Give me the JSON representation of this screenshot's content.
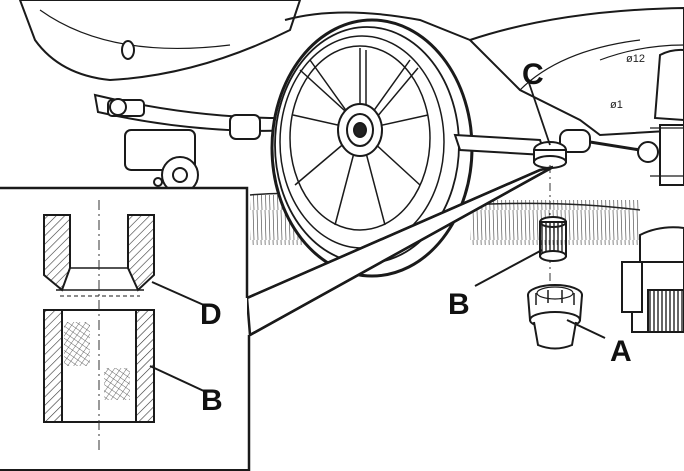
{
  "labels": {
    "c": "C",
    "b_main": "B",
    "a": "A",
    "d": "D",
    "b_detail": "B"
  },
  "colors": {
    "line": "#1a1a1a",
    "fill": "#ffffff",
    "shade": "#d9d9d9",
    "hatch": "#333333"
  }
}
